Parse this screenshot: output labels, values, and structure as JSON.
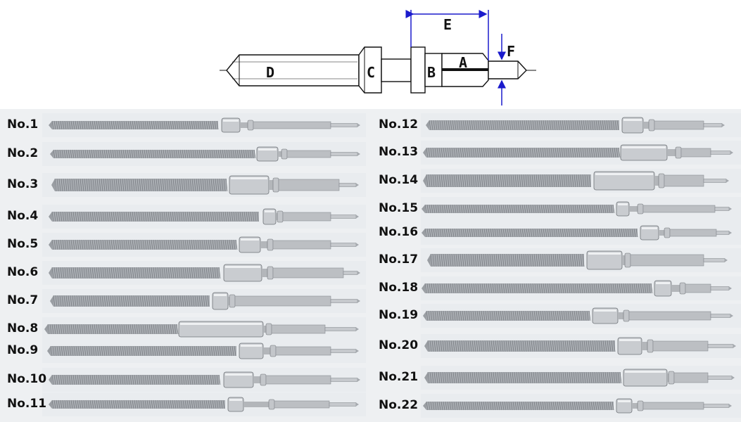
{
  "diagram": {
    "labels": {
      "a": "A",
      "b": "B",
      "c": "C",
      "d": "D",
      "e": "E",
      "f": "F"
    },
    "line_color": "#111111",
    "dimension_color": "#1a1acc"
  },
  "stems_left": [
    {
      "id": "stem-1",
      "label": "No.1"
    },
    {
      "id": "stem-2",
      "label": "No.2"
    },
    {
      "id": "stem-3",
      "label": "No.3"
    },
    {
      "id": "stem-4",
      "label": "No.4"
    },
    {
      "id": "stem-5",
      "label": "No.5"
    },
    {
      "id": "stem-6",
      "label": "No.6"
    },
    {
      "id": "stem-7",
      "label": "No.7"
    },
    {
      "id": "stem-8",
      "label": "No.8"
    },
    {
      "id": "stem-9",
      "label": "No.9"
    },
    {
      "id": "stem-10",
      "label": "No.10"
    },
    {
      "id": "stem-11",
      "label": "No.11"
    }
  ],
  "stems_right": [
    {
      "id": "stem-12",
      "label": "No.12"
    },
    {
      "id": "stem-13",
      "label": "No.13"
    },
    {
      "id": "stem-14",
      "label": "No.14"
    },
    {
      "id": "stem-15",
      "label": "No.15"
    },
    {
      "id": "stem-16",
      "label": "No.16"
    },
    {
      "id": "stem-17",
      "label": "No.17"
    },
    {
      "id": "stem-18",
      "label": "No.18"
    },
    {
      "id": "stem-19",
      "label": "No.19"
    },
    {
      "id": "stem-20",
      "label": "No.20"
    },
    {
      "id": "stem-21",
      "label": "No.21"
    },
    {
      "id": "stem-22",
      "label": "No.22"
    }
  ],
  "colors": {
    "photo_background": "#eef0f2",
    "metal": "#b9bcc0",
    "metal_dark": "#6e7277",
    "label": "#111111"
  }
}
